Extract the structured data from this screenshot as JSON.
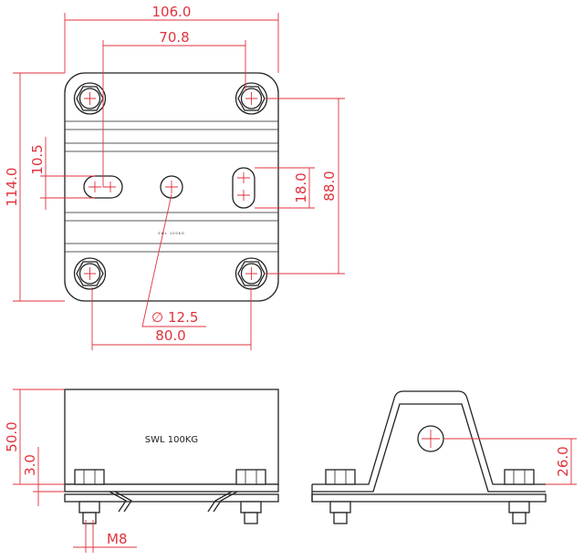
{
  "drawing": {
    "accent_color": "#e0323c",
    "line_color": "#222222",
    "dimensions": {
      "overall_width": "106.0",
      "bolt_spacing_top": "70.8",
      "overall_height": "114.0",
      "slot_offset": "10.5",
      "slot_length": "18.0",
      "bolt_spacing_vertical": "88.0",
      "hole_diameter": "12.5",
      "hole_diameter_symbol": "∅",
      "bolt_spacing_bottom": "80.0",
      "side_height": "50.0",
      "plate_thickness": "3.0",
      "bolt_size": "M8",
      "hole_height": "26.0"
    },
    "labels": {
      "swl": "SWL 100KG",
      "plate_engraving": "SWL 100KG"
    }
  }
}
